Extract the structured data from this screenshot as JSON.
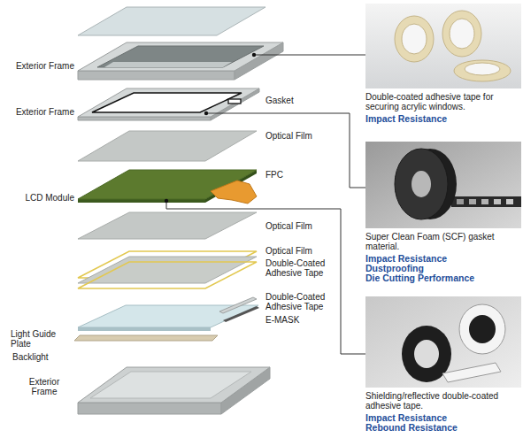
{
  "diagram": {
    "nodes": [
      {
        "text": [
          "Double-coated adhesive tape for securing acrylic windows.",
          "Impact Resistance"
        ]
      },
      {
        "text": [
          "Super Clean Foam (SCF) gasket material.",
          "Impact Resistance",
          "Dustproofing",
          "Die Cutting Performance"
        ]
      },
      {
        "text": [
          "Shielding/reflective double-coated adhesive tape.",
          "Impact Resistance",
          "Rebound Resistance"
        ]
      }
    ],
    "labels": [
      "Exterior Frame",
      "Exterior Frame",
      "Gasket",
      "Optical Film",
      "FPC",
      "LCD Module",
      "Optical Film",
      "Optical Film",
      "Double-Coated Adhesive Tape",
      "Double-Coated Adhesive Tape",
      "E-MASK",
      "Light Guide Plate",
      "Backlight",
      "Exterior Frame"
    ]
  }
}
